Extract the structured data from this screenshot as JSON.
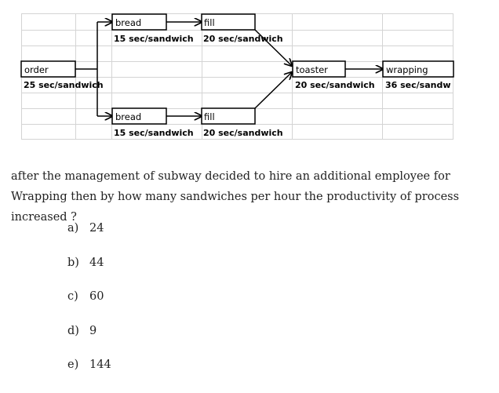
{
  "diagram": {
    "order": {
      "label": "order",
      "rate": "25 sec/sandwich"
    },
    "bread_top": {
      "label": "bread",
      "rate": "15 sec/sandwich"
    },
    "fill_top": {
      "label": "fill",
      "rate": "20 sec/sandwich"
    },
    "bread_bottom": {
      "label": "bread",
      "rate": "15 sec/sandwich"
    },
    "fill_bottom": {
      "label": "fill",
      "rate": "20 sec/sandwich"
    },
    "toaster": {
      "label": "toaster",
      "rate": "20 sec/sandwich"
    },
    "wrapping": {
      "label": "wrapping",
      "rate": "36 sec/sandw"
    }
  },
  "question": "after the management of subway decided to hire an additional employee for Wrapping then by how many sandwiches per hour the productivity of process increased ?",
  "options": [
    {
      "letter": "a)",
      "value": "24"
    },
    {
      "letter": "b)",
      "value": "44"
    },
    {
      "letter": "c)",
      "value": "60"
    },
    {
      "letter": "d)",
      "value": "9"
    },
    {
      "letter": "e)",
      "value": "144"
    }
  ]
}
